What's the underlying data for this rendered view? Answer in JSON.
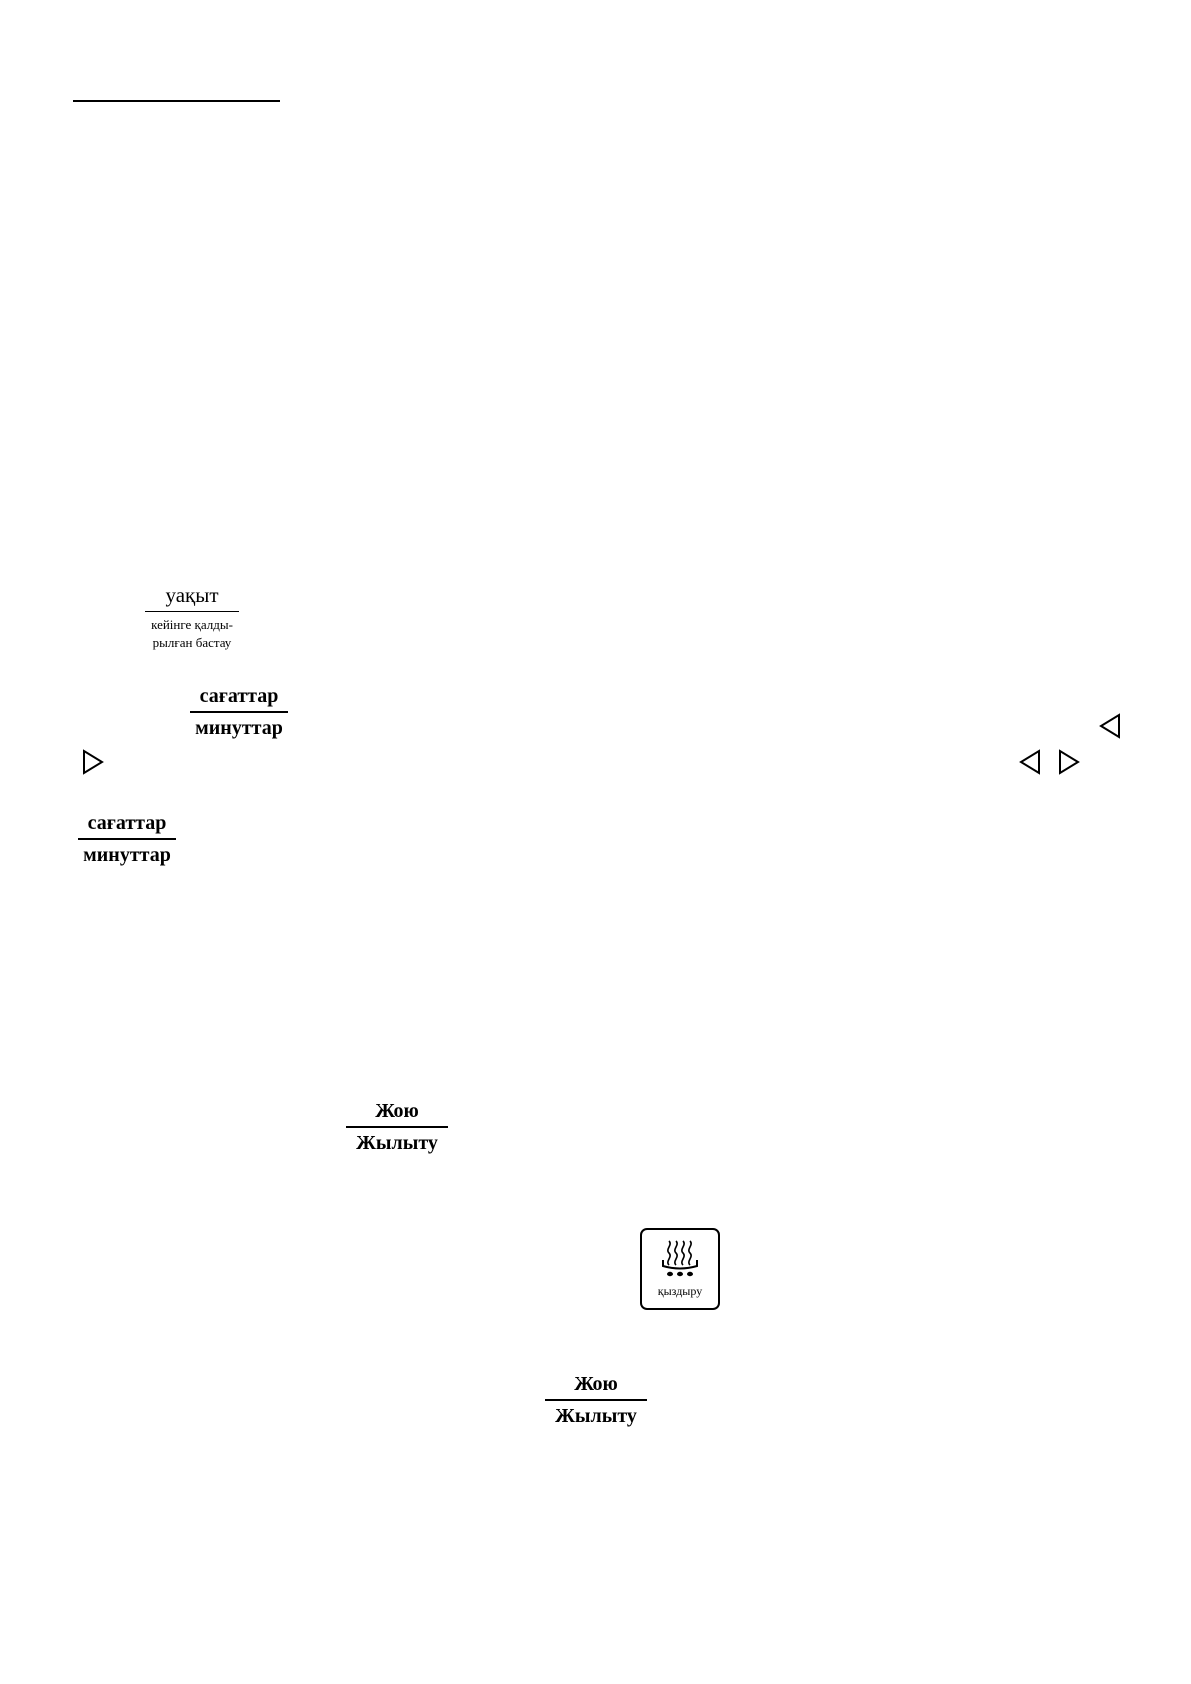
{
  "delay_label": {
    "top": "уақыт",
    "bottom": "кейінге қалды-\nрылған бастау"
  },
  "hours_minutes_1": {
    "top": "сағаттар",
    "bottom": "минуттар"
  },
  "hours_minutes_2": {
    "top": "сағаттар",
    "bottom": "минуттар"
  },
  "defrost_heat_1": {
    "top": "Жою",
    "bottom": "Жылыту"
  },
  "defrost_heat_2": {
    "top": "Жою",
    "bottom": "Жылыту"
  },
  "heat_button": {
    "label": "қыздыру",
    "icon": "heat-steam-icon"
  },
  "arrows": [
    "arrow-left-icon",
    "arrow-right-icon",
    "arrow-left-icon",
    "arrow-right-icon"
  ]
}
